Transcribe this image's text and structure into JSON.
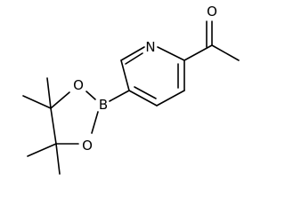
{
  "molecule": {
    "atoms": {
      "nitrogen": "N",
      "carbonyl_oxygen": "O",
      "boron": "B",
      "ring_oxygen_top": "O",
      "ring_oxygen_bottom": "O"
    }
  }
}
